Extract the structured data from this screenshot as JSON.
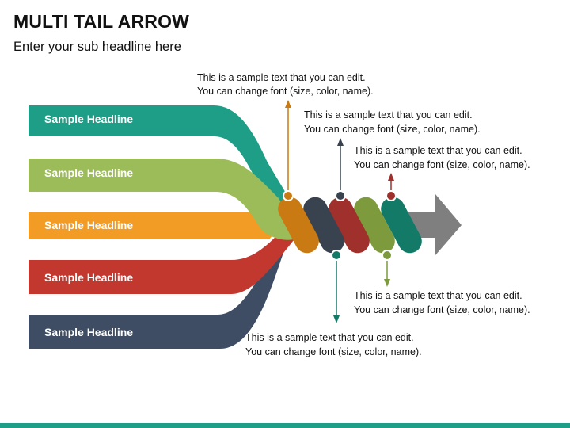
{
  "title": "MULTI TAIL ARROW",
  "subtitle": "Enter your sub headline here",
  "tails": [
    {
      "label": "Sample Headline",
      "color": "#1e9e86"
    },
    {
      "label": "Sample Headline",
      "color": "#9cbc59"
    },
    {
      "label": "Sample Headline",
      "color": "#f39c25"
    },
    {
      "label": "Sample Headline",
      "color": "#c2372e"
    },
    {
      "label": "Sample Headline",
      "color": "#3e4d63"
    }
  ],
  "segments": [
    {
      "color": "#c97a12"
    },
    {
      "color": "#38434f"
    },
    {
      "color": "#a0302b"
    },
    {
      "color": "#7d9b3c"
    },
    {
      "color": "#147a68"
    }
  ],
  "arrow_head_color": "#7f7f7f",
  "callouts": [
    {
      "line1": "This is a sample text that you can edit.",
      "line2": "You can change font (size, color, name)."
    },
    {
      "line1": "This is a sample text that you can edit.",
      "line2": "You can change font (size, color, name)."
    },
    {
      "line1": "This is a sample text that you can edit.",
      "line2": "You can change font (size, color, name)."
    },
    {
      "line1": "This is a sample text that you can edit.",
      "line2": "You can change font (size, color, name)."
    },
    {
      "line1": "This is a sample text that you can edit.",
      "line2": "You can change font (size, color, name)."
    }
  ]
}
